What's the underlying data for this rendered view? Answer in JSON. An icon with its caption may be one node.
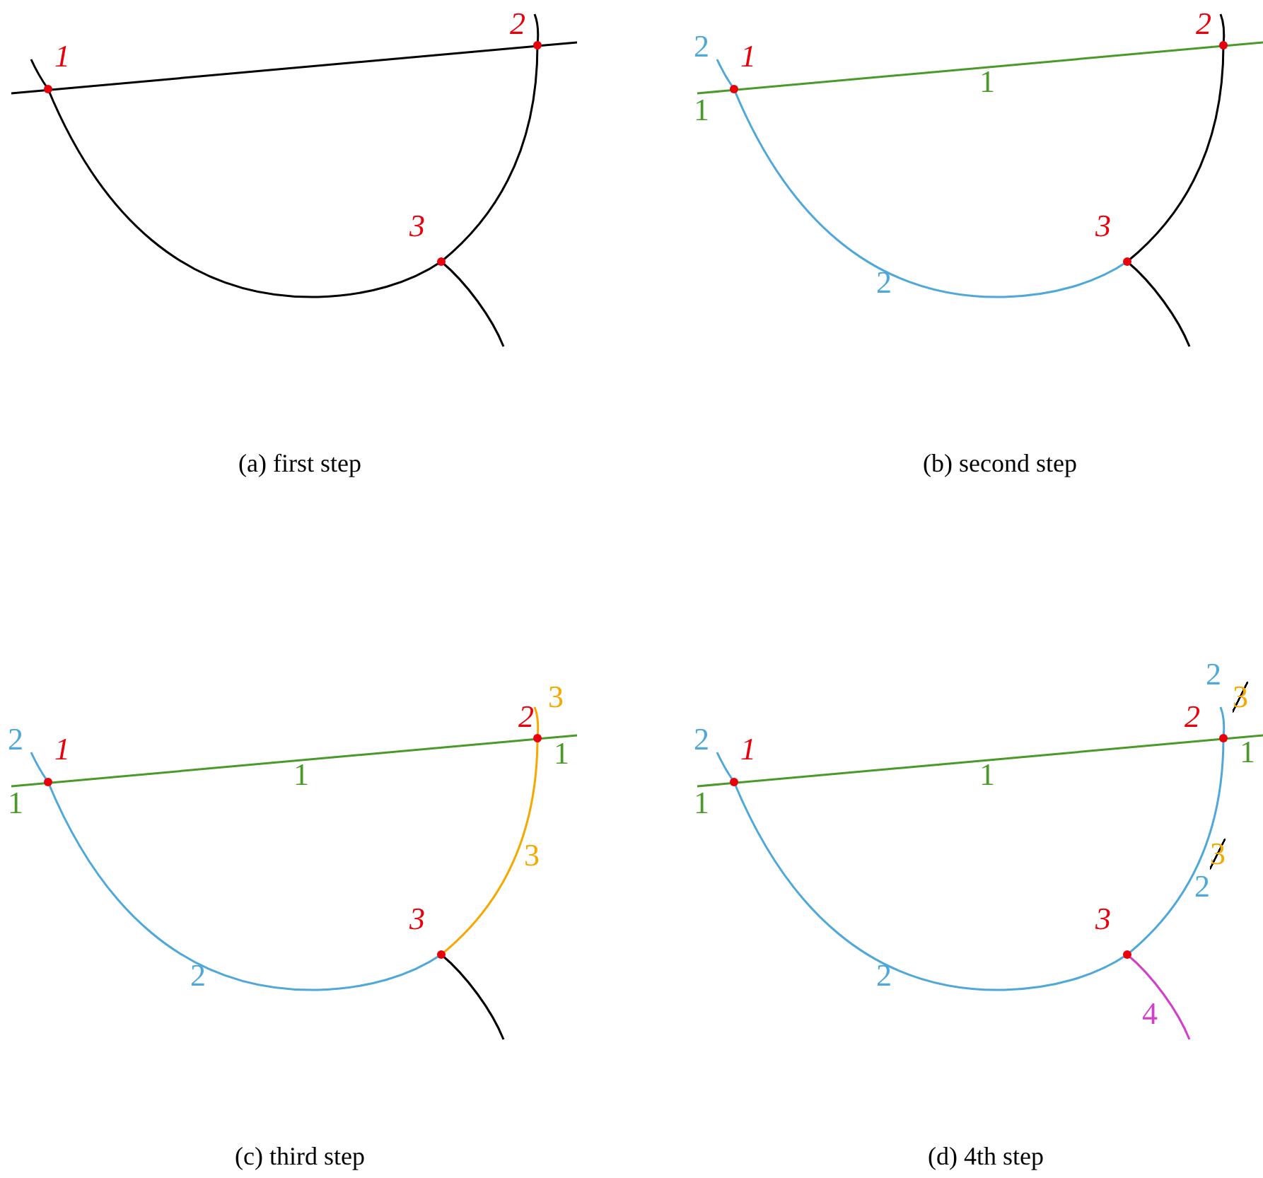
{
  "diagram": {
    "labels": [
      "1",
      "2",
      "3",
      "(a) first step",
      "2",
      "1",
      "2",
      "1",
      "1",
      "3",
      "2",
      "(b) second step",
      "3",
      "2",
      "1",
      "2",
      "1",
      "1",
      "1",
      "3",
      "3",
      "2",
      "(c) third step",
      "2",
      "3",
      "2",
      "1",
      "2",
      "1",
      "1",
      "1",
      "3",
      "2",
      "3",
      "2",
      "4",
      "(d) 4th step"
    ]
  }
}
